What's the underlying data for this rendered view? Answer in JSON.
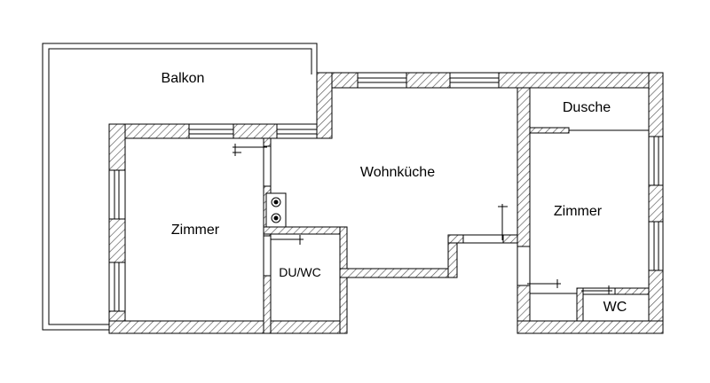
{
  "floorplan": {
    "rooms": {
      "balkon": "Balkon",
      "zimmer_left": "Zimmer",
      "wohnkueche": "Wohnküche",
      "du_wc": "DU/WC",
      "dusche": "Dusche",
      "zimmer_right": "Zimmer",
      "wc": "WC"
    }
  },
  "colors": {
    "wall_stroke": "#000000",
    "hatch": "#555555",
    "background": "#ffffff"
  }
}
